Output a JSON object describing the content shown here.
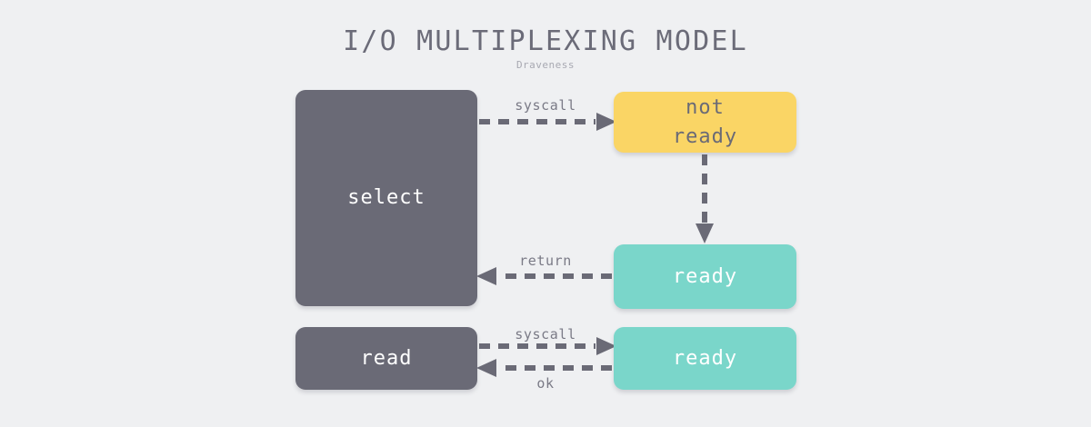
{
  "header": {
    "title": "I/O MULTIPLEXING MODEL",
    "subtitle": "Draveness"
  },
  "colors": {
    "background": "#eff0f2",
    "dark": "#6a6a76",
    "yellow": "#fad565",
    "teal": "#7ad6ca",
    "title_text": "#6b6b78",
    "subtitle_text": "#a8a9b2",
    "label_text": "#7a7a86",
    "box_light_text": "#ffffff"
  },
  "nodes": {
    "select": {
      "label": "select",
      "kind": "dark"
    },
    "not_ready": {
      "label": "not\nready",
      "line1": "not",
      "line2": "ready",
      "kind": "yellow"
    },
    "ready_middle": {
      "label": "ready",
      "kind": "teal"
    },
    "read": {
      "label": "read",
      "kind": "dark"
    },
    "ready_bottom": {
      "label": "ready",
      "kind": "teal"
    }
  },
  "edges": [
    {
      "id": "select-to-notready",
      "label": "syscall",
      "from": "select",
      "to": "not_ready",
      "direction": "right",
      "style": "dashed"
    },
    {
      "id": "notready-to-ready",
      "label": "",
      "from": "not_ready",
      "to": "ready_middle",
      "direction": "down",
      "style": "dashed"
    },
    {
      "id": "ready-to-select",
      "label": "return",
      "from": "ready_middle",
      "to": "select",
      "direction": "left",
      "style": "dashed"
    },
    {
      "id": "read-to-ready",
      "label": "syscall",
      "from": "read",
      "to": "ready_bottom",
      "direction": "right",
      "style": "dashed"
    },
    {
      "id": "ready-to-read",
      "label": "ok",
      "from": "ready_bottom",
      "to": "read",
      "direction": "left",
      "style": "dashed"
    }
  ]
}
